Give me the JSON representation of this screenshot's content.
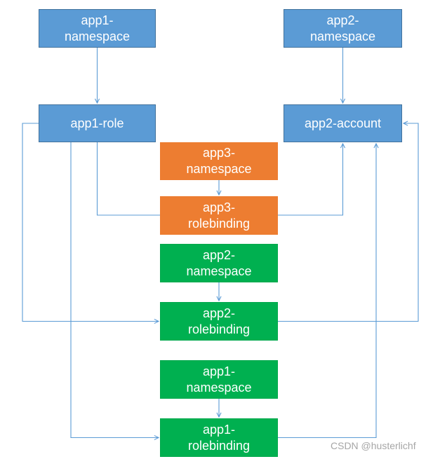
{
  "colors": {
    "blue": "#5b9bd5",
    "orange": "#ed7d31",
    "green": "#00b050",
    "connector": "#5b9bd5",
    "box_text": "#ffffff"
  },
  "nodes": {
    "app1_namespace": "app1-\nnamespace",
    "app2_namespace": "app2-\nnamespace",
    "app1_role": "app1-role",
    "app2_account": "app2-account",
    "app3_namespace": "app3-\nnamespace",
    "app3_rolebinding": "app3-\nrolebinding",
    "app2_namespace_green": "app2-\nnamespace",
    "app2_rolebinding": "app2-\nrolebinding",
    "app1_namespace_green": "app1-\nnamespace",
    "app1_rolebinding": "app1-\nrolebinding"
  },
  "edges": [
    {
      "from": "app1_namespace",
      "to": "app1_role"
    },
    {
      "from": "app2_namespace",
      "to": "app2_account"
    },
    {
      "from": "app3_namespace",
      "to": "app3_rolebinding"
    },
    {
      "from": "app1_role",
      "to": "app3_rolebinding"
    },
    {
      "from": "app3_rolebinding",
      "to": "app2_account"
    },
    {
      "from": "app2_namespace_green",
      "to": "app2_rolebinding"
    },
    {
      "from": "app1_role",
      "to": "app2_rolebinding"
    },
    {
      "from": "app2_rolebinding",
      "to": "app2_account"
    },
    {
      "from": "app1_namespace_green",
      "to": "app1_rolebinding"
    },
    {
      "from": "app1_role",
      "to": "app1_rolebinding"
    },
    {
      "from": "app1_rolebinding",
      "to": "app2_account"
    }
  ],
  "watermark": "CSDN @husterlichf"
}
